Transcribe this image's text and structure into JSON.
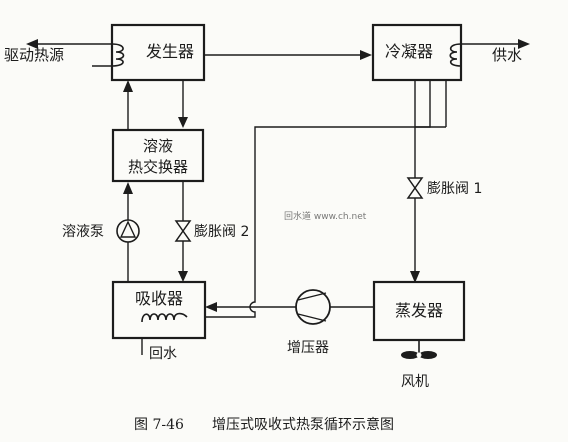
{
  "components": {
    "generator": "发生器",
    "condenser": "冷凝器",
    "solution_heat_exchanger_line1": "溶液",
    "solution_heat_exchanger_line2": "热交换器",
    "absorber": "吸收器",
    "evaporator": "蒸发器"
  },
  "labels": {
    "drive_heat_source": "驱动热源",
    "water_supply": "供水",
    "solution_pump": "溶液泵",
    "expansion_valve_2": "膨胀阀 2",
    "expansion_valve_1": "膨胀阀 1",
    "return_water": "回水",
    "booster": "增压器",
    "fan": "风机"
  },
  "watermark": "回水道 www.ch.net",
  "caption": {
    "figure_number": "图 7-46",
    "title": "增压式吸收式热泵循环示意图"
  }
}
